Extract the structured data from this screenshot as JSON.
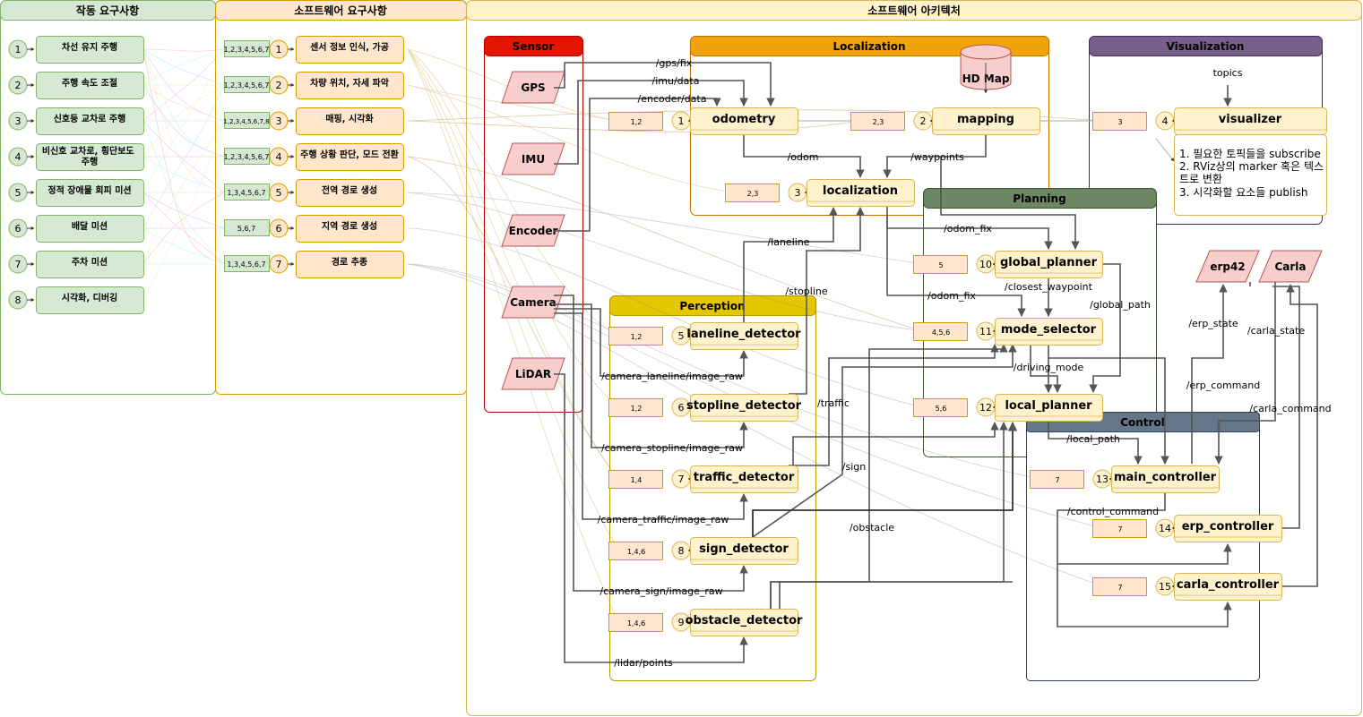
{
  "colors": {
    "green": "#d5e8d4",
    "greenStroke": "#82b366",
    "orange": "#ffe6cc",
    "orangeStroke": "#d79b00",
    "yellow": "#fff2cc",
    "yellowStroke": "#d6b656",
    "pink": "#f8cecc",
    "pinkStroke": "#b85450",
    "sensorHeader": "#e51400",
    "localizationHeader": "#f0a30a",
    "visualizationHeader": "#76608a",
    "planningHeader": "#6d8764",
    "perceptionHeader": "#e3c800",
    "controlHeader": "#647687"
  },
  "panels": {
    "operation": "작동 요구사항",
    "software": "소프트웨어 요구사항",
    "architecture": "소프트웨어 아키텍처"
  },
  "operationReqs": [
    {
      "num": "1",
      "label": "차선 유지 주행"
    },
    {
      "num": "2",
      "label": "주행 속도 조절"
    },
    {
      "num": "3",
      "label": "신호등 교차로 주행"
    },
    {
      "num": "4",
      "label": "비신호 교차로, 횡단보도 주행"
    },
    {
      "num": "5",
      "label": "정적 장애물 회피 미션"
    },
    {
      "num": "6",
      "label": "배달 미션"
    },
    {
      "num": "7",
      "label": "주차 미션"
    },
    {
      "num": "8",
      "label": "시각화, 디버깅"
    }
  ],
  "softwareReqs": [
    {
      "tag": "1,2,3,4,5,6,7",
      "num": "1",
      "label": "센서 정보 인식, 가공"
    },
    {
      "tag": "1,2,3,4,5,6,7",
      "num": "2",
      "label": "차량 위치, 자세 파악"
    },
    {
      "tag": "1,2,3,4,5,6,7,8",
      "num": "3",
      "label": "매핑, 시각화"
    },
    {
      "tag": "1,2,3,4,5,6,7",
      "num": "4",
      "label": "주행 상황 판단, 모드 전환"
    },
    {
      "tag": "1,3,4,5,6,7",
      "num": "5",
      "label": "전역 경로 생성"
    },
    {
      "tag": "5,6,7",
      "num": "6",
      "label": "지역 경로 생성"
    },
    {
      "tag": "1,3,4,5,6,7",
      "num": "7",
      "label": "경로 추종"
    }
  ],
  "groups": {
    "sensor": "Sensor",
    "localization": "Localization",
    "visualization": "Visualization",
    "planning": "Planning",
    "perception": "Perception",
    "control": "Control"
  },
  "sensors": [
    "GPS",
    "IMU",
    "Encoder",
    "Camera",
    "LiDAR"
  ],
  "externals": [
    "erp42",
    "Carla"
  ],
  "hdmap": "HD Map",
  "nodes": [
    {
      "id": "odometry",
      "label": "odometry",
      "tag": "1,2",
      "num": "1"
    },
    {
      "id": "mapping",
      "label": "mapping",
      "tag": "2,3",
      "num": "2"
    },
    {
      "id": "localization",
      "label": "localization",
      "tag": "2,3",
      "num": "3"
    },
    {
      "id": "visualizer",
      "label": "visualizer",
      "tag": "3",
      "num": "4"
    },
    {
      "id": "laneline",
      "label": "laneline_detector",
      "tag": "1,2",
      "num": "5"
    },
    {
      "id": "stopline",
      "label": "stopline_detector",
      "tag": "1,2",
      "num": "6"
    },
    {
      "id": "traffic",
      "label": "traffic_detector",
      "tag": "1,4",
      "num": "7"
    },
    {
      "id": "sign",
      "label": "sign_detector",
      "tag": "1,4,6",
      "num": "8"
    },
    {
      "id": "obstacle",
      "label": "obstacle_detector",
      "tag": "1,4,6",
      "num": "9"
    },
    {
      "id": "global",
      "label": "global_planner",
      "tag": "5",
      "num": "10"
    },
    {
      "id": "mode",
      "label": "mode_selector",
      "tag": "4,5,6",
      "num": "11"
    },
    {
      "id": "local",
      "label": "local_planner",
      "tag": "5,6",
      "num": "12"
    },
    {
      "id": "main",
      "label": "main_controller",
      "tag": "7",
      "num": "13"
    },
    {
      "id": "erp",
      "label": "erp_controller",
      "tag": "7",
      "num": "14"
    },
    {
      "id": "carla",
      "label": "carla_controller",
      "tag": "7",
      "num": "15"
    }
  ],
  "visualizerDesc": [
    "1. 필요한 토픽들을 subscribe",
    "2. RViz상의 marker 혹은 텍스",
    "트로 변환",
    "3. 시각화할 요소들 publish"
  ],
  "topics": {
    "gps": "/gps/fix",
    "imu": "/imu/data",
    "encoder": "/encoder/data",
    "odom": "/odom",
    "waypoints": "/waypoints",
    "odomFix1": "/odom_fix",
    "odomFix2": "/odom_fix",
    "closest": "/closest_waypoint",
    "globalPath": "/global_path",
    "drivingMode": "/driving_mode",
    "localPath": "/local_path",
    "controlCommand": "/control_command",
    "erpState": "/erp_state",
    "erpCommand": "/erp_command",
    "carlaState": "/carla_state",
    "carlaCommand": "/carla_command",
    "laneline": "/laneline",
    "stopline": "/stopline",
    "traffic": "/traffic",
    "sign": "/sign",
    "obstacle": "/obstacle",
    "camLane": "/camera_laneline/image_raw",
    "camStop": "/camera_stopline/image_raw",
    "camTraffic": "/camera_traffic/image_raw",
    "camSign": "/camera_sign/image_raw",
    "lidar": "/lidar/points",
    "topicsLabel": "topics"
  }
}
